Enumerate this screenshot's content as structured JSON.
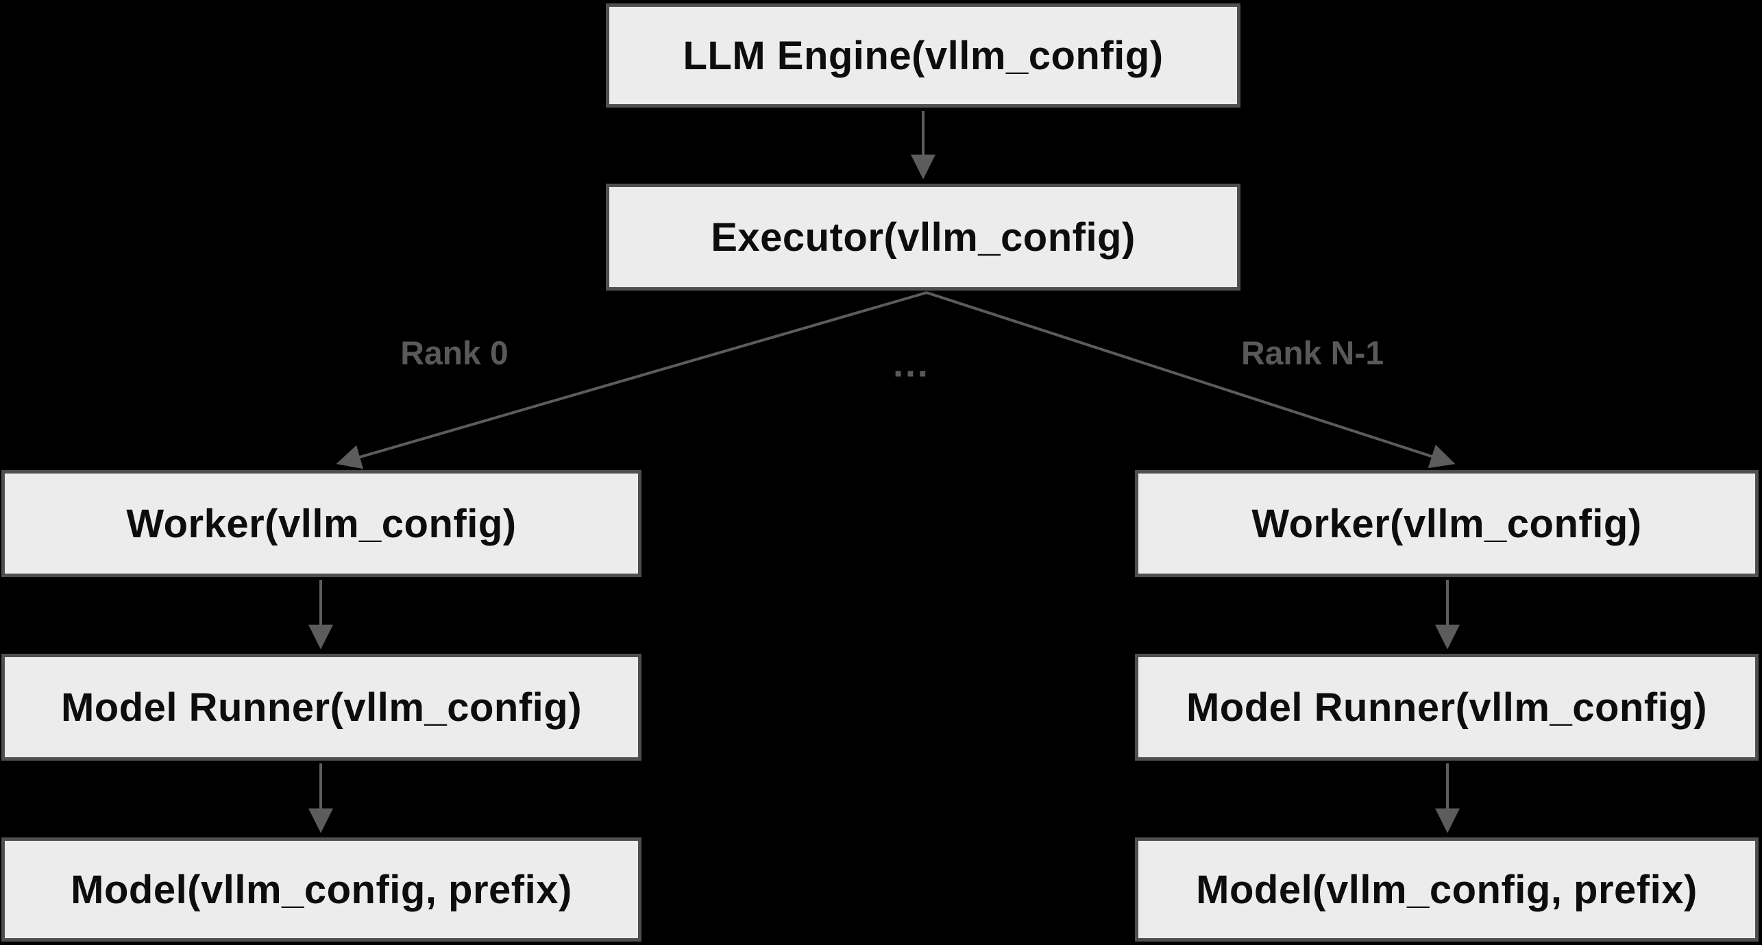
{
  "diagram": {
    "nodes": {
      "llm_engine": {
        "label": "LLM Engine(vllm_config)"
      },
      "executor": {
        "label": "Executor(vllm_config)"
      },
      "worker_left": {
        "label": "Worker(vllm_config)"
      },
      "model_runner_left": {
        "label": "Model Runner(vllm_config)"
      },
      "model_left": {
        "label": "Model(vllm_config, prefix)"
      },
      "worker_right": {
        "label": "Worker(vllm_config)"
      },
      "model_runner_right": {
        "label": "Model Runner(vllm_config)"
      },
      "model_right": {
        "label": "Model(vllm_config, prefix)"
      }
    },
    "edge_labels": {
      "rank0": "Rank 0",
      "rankN": "Rank N-1",
      "ellipsis": "…"
    },
    "colors": {
      "background": "#000000",
      "node_fill": "#ececec",
      "node_border": "#4f4f4f",
      "node_text": "#0d0d0d",
      "connector": "#5c5c5c",
      "label_text": "#595959"
    }
  }
}
